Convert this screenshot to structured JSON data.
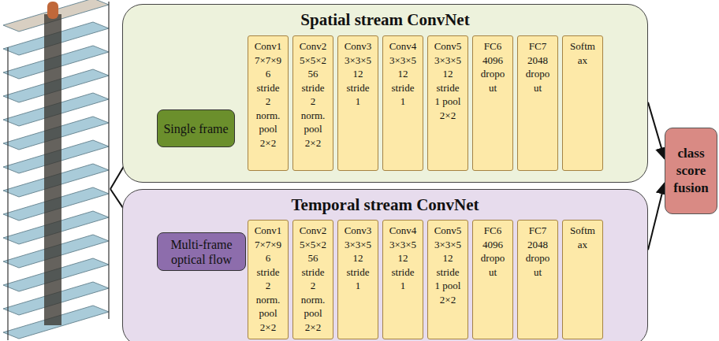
{
  "diagram": {
    "nodes": [
      {
        "text": [
          "Spatial stream ConvNet"
        ]
      },
      {
        "text": [
          "Single frame"
        ],
        "in": 0
      },
      {
        "text": [
          "Conv1 7×7×9 6 stride 2 norm. pool 2×2"
        ],
        "in": 0
      },
      {
        "text": [
          "Conv2 5×5×2 56 stride 2 norm. pool 2×2"
        ],
        "in": 0
      },
      {
        "text": [
          "Conv3 3×3×5 12 stride 1"
        ],
        "in": 0
      },
      {
        "text": [
          "Conv4 3×3×5 12 stride 1"
        ],
        "in": 0
      },
      {
        "text": [
          "Conv5 3×3×5 12 stride 1 pool 2×2"
        ],
        "in": 0
      },
      {
        "text": [
          "FC6 4096 dropo ut"
        ],
        "in": 0
      },
      {
        "text": [
          "FC7 2048 dropo ut"
        ],
        "in": 0
      },
      {
        "text": [
          "Softm ax"
        ],
        "in": 0
      },
      {
        "text": [
          "Temporal stream ConvNet"
        ]
      },
      {
        "text": [
          "Multi-frame optical flow"
        ],
        "in": 10
      },
      {
        "text": [
          "Conv1 7×7×9 6 stride 2 norm. pool 2×2"
        ],
        "in": 10
      },
      {
        "text": [
          "Conv2 5×5×2 56 stride 2 norm. pool 2×2"
        ],
        "in": 10
      },
      {
        "text": [
          "Conv3 3×3×5 12 stride 1"
        ],
        "in": 10
      },
      {
        "text": [
          "Conv4 3×3×5 12 stride 1"
        ],
        "in": 10
      },
      {
        "text": [
          "Conv5 3×3×5 12 stride 1 pool 2×2"
        ],
        "in": 10
      },
      {
        "text": [
          "FC6 4096 dropo ut"
        ],
        "in": 10
      },
      {
        "text": [
          "FC7 2048 dropo ut"
        ],
        "in": 10
      },
      {
        "text": [
          "Softm ax"
        ],
        "in": 10
      },
      {
        "text": [
          "class score fusion"
        ]
      }
    ],
    "edges": [
      {
        "from": 0,
        "to": 20,
        "arrow": "to"
      },
      {
        "from": 10,
        "to": 20,
        "arrow": "to"
      }
    ]
  }
}
